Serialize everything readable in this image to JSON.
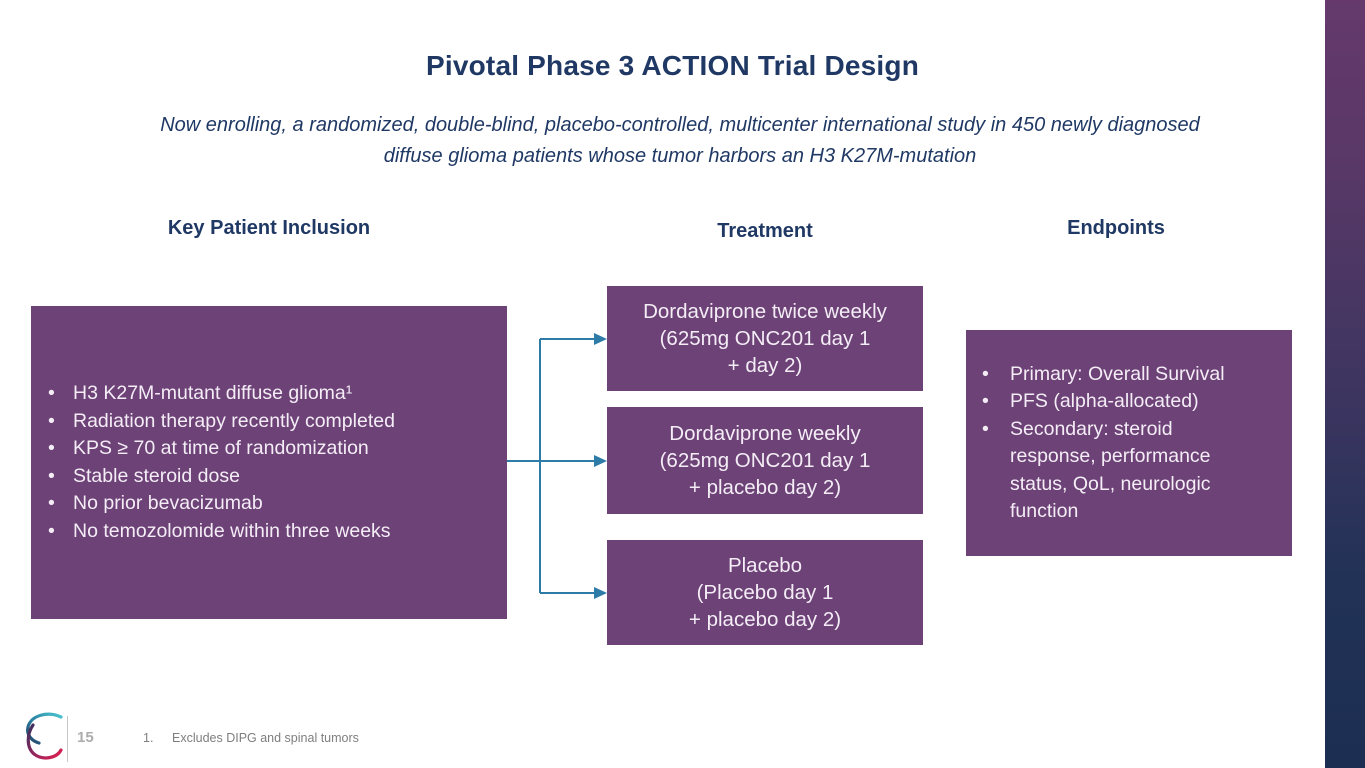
{
  "slide": {
    "title": "Pivotal Phase 3 ACTION Trial Design",
    "subtitle_line1": "Now enrolling, a randomized, double-blind, placebo-controlled, multicenter international study in 450 newly diagnosed",
    "subtitle_line2": "diffuse glioma patients whose tumor harbors an H3 K27M-mutation"
  },
  "columns": {
    "inclusion": {
      "header": "Key Patient Inclusion",
      "bullets": [
        "H3 K27M-mutant diffuse glioma¹",
        "Radiation therapy recently completed",
        "KPS ≥ 70 at time of randomization",
        "Stable steroid dose",
        "No prior bevacizumab",
        "No temozolomide within three weeks"
      ]
    },
    "treatment": {
      "header": "Treatment",
      "arms": [
        {
          "lines": [
            "Dordaviprone twice weekly",
            "(625mg ONC201 day 1",
            "+ day 2)"
          ]
        },
        {
          "lines": [
            "Dordaviprone weekly",
            "(625mg ONC201 day 1",
            "+ placebo day 2)"
          ]
        },
        {
          "lines": [
            "Placebo",
            "(Placebo day 1",
            "+ placebo day 2)"
          ]
        }
      ]
    },
    "endpoints": {
      "header": "Endpoints",
      "bullets": [
        "Primary: Overall Survival",
        "PFS (alpha-allocated)",
        "Secondary: steroid response, performance status, QoL, neurologic function"
      ]
    }
  },
  "footer": {
    "page_number": "15",
    "footnote_number": "1.",
    "footnote_text": "Excludes DIPG and spinal tumors",
    "logo_icon": "company-swoosh-logo"
  },
  "colors": {
    "heading_navy": "#1F3864",
    "box_purple": "#6D4277",
    "arrow_teal": "#2C7CA7",
    "accent_bar_top": "#65396C",
    "accent_bar_bottom": "#1C2E52",
    "footer_gray": "#7E7E7E"
  }
}
